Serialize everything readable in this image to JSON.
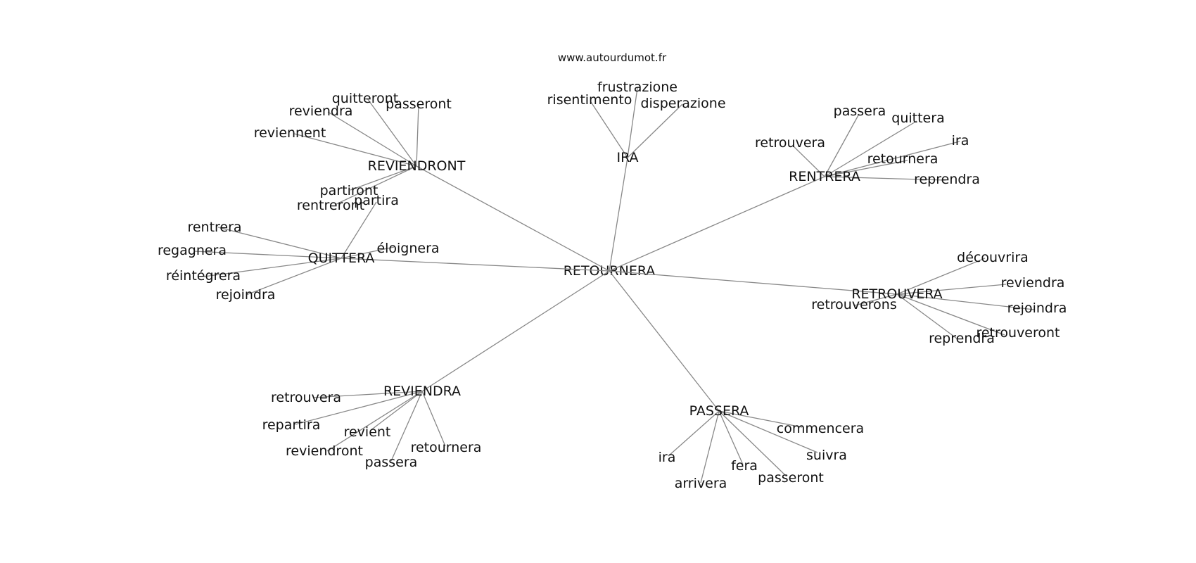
{
  "header": {
    "site": "www.autourdumot.fr"
  },
  "graph": {
    "center": "RETOURNERA",
    "hubs": [
      {
        "label": "REVIENDRONT",
        "words": [
          "quitteront",
          "passeront",
          "reviendra",
          "reviennent",
          "partiront",
          "rentreront"
        ]
      },
      {
        "label": "IRA",
        "words": [
          "frustrazione",
          "risentimento",
          "disperazione"
        ]
      },
      {
        "label": "RENTRERA",
        "words": [
          "passera",
          "quittera",
          "retrouvera",
          "ira",
          "retournera",
          "reprendra"
        ]
      },
      {
        "label": "QUITTERA",
        "words": [
          "partira",
          "rentrera",
          "éloignera",
          "regagnera",
          "réintégrera",
          "rejoindra"
        ]
      },
      {
        "label": "RETROUVERA",
        "words": [
          "découvrira",
          "reviendra",
          "rejoindra",
          "retrouverons",
          "retrouveront",
          "reprendra"
        ]
      },
      {
        "label": "REVIENDRA",
        "words": [
          "retrouvera",
          "repartira",
          "revient",
          "retournera",
          "reviendront",
          "passera"
        ]
      },
      {
        "label": "PASSERA",
        "words": [
          "commencera",
          "suivra",
          "ira",
          "fera",
          "passeront",
          "arrivera"
        ]
      }
    ],
    "colors": {
      "edge": "#888888",
      "text": "#111111",
      "background": "#ffffff"
    }
  }
}
